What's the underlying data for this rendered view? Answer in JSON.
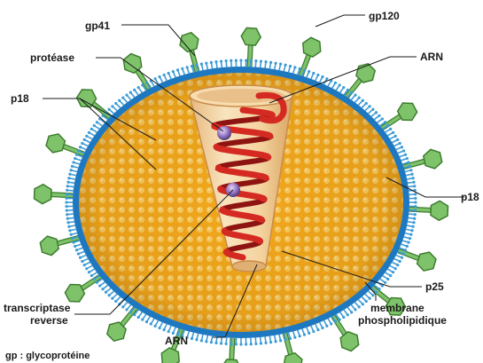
{
  "figure": {
    "labels": {
      "gp41": "gp41",
      "gp120": "gp120",
      "protease": "protéase",
      "arn_top": "ARN",
      "p18_left": "p18",
      "p18_right": "p18",
      "transcriptase_line1": "transcriptase",
      "transcriptase_line2": "reverse",
      "arn_bottom": "ARN",
      "p25": "p25",
      "membrane_line1": "membrane",
      "membrane_line2": "phospholipidique",
      "footnote": "gp : glycoprotéine"
    },
    "colors": {
      "envelope": "#f2a71c",
      "envelope_dots": "#f7c75a",
      "membrane_blue": "#1e78c0",
      "lipid_fringe": "#3c9bd6",
      "spike_green": "#7ec36a",
      "spike_dark": "#3d7d2e",
      "capsid": "#f3d4a2",
      "rna_red": "#c4201e",
      "enzyme_purple": "#9a7ac8"
    },
    "icons": [
      "glycoprotein-spike-icon",
      "enzyme-particle-icon",
      "rna-helix-icon"
    ]
  }
}
